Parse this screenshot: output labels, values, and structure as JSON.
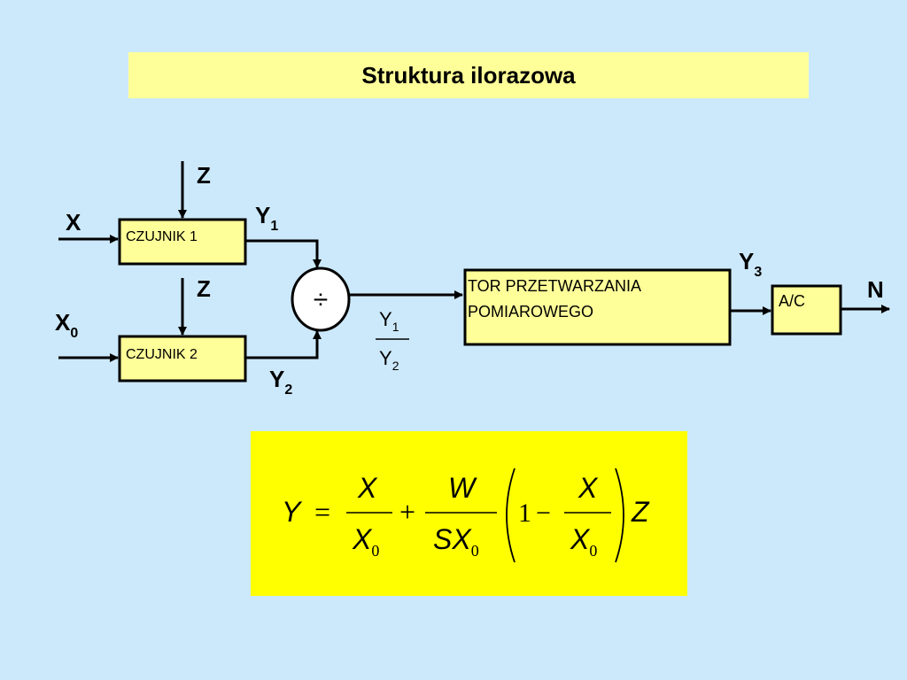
{
  "title": "Struktura ilorazowa",
  "blocks": {
    "sensor1": "CZUJNIK 1",
    "sensor2": "CZUJNIK 2",
    "divider_symbol": "÷",
    "processing_line_1": "TOR PRZETWARZANIA",
    "processing_line_2": "POMIAROWEGO",
    "adc": "A/C"
  },
  "signals": {
    "x": "X",
    "x0_base": "X",
    "x0_sub": "0",
    "z_top": "Z",
    "z_mid": "Z",
    "y1_base": "Y",
    "y1_sub": "1",
    "y2_base": "Y",
    "y2_sub": "2",
    "y3_base": "Y",
    "y3_sub": "3",
    "n": "N",
    "ratio_num_base": "Y",
    "ratio_num_sub": "1",
    "ratio_den_base": "Y",
    "ratio_den_sub": "2"
  },
  "formula": {
    "lhs": "Y",
    "equals": "=",
    "f1_num": "X",
    "f1_den_base": "X",
    "f1_den_sub": "0",
    "plus": "+",
    "f2_num": "W",
    "f2_den_base": "SX",
    "f2_den_sub": "0",
    "one": "1",
    "minus": "−",
    "f3_num": "X",
    "f3_den_base": "X",
    "f3_den_sub": "0",
    "tail": "Z"
  },
  "colors": {
    "background": "#cce9fb",
    "title_background": "#ffff99",
    "block_fill": "#ffff99",
    "formula_background": "#ffff00",
    "line": "#000000"
  }
}
